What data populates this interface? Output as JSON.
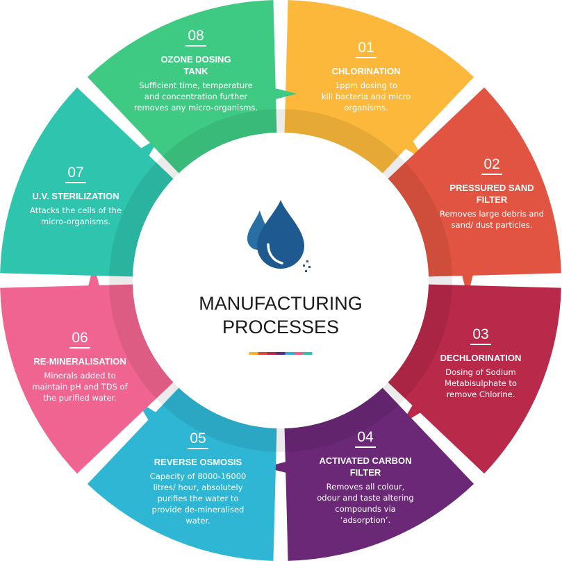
{
  "center": {
    "title_line1": "MANUFACTURING",
    "title_line2": "PROCESSES",
    "icon": "water-drops-icon",
    "accent_colors": [
      "#f5b52e",
      "#d94a3d",
      "#b52a4b",
      "#5e2a7a",
      "#2ab0d0",
      "#ef5f8e",
      "#2ec4a9"
    ]
  },
  "segments": [
    {
      "key": "chlorination",
      "number": "01",
      "title": [
        "CHLORINATION"
      ],
      "description": [
        "1ppm dosing to",
        "kill bacteria and micro",
        "organisms."
      ],
      "color": "#fbb83a"
    },
    {
      "key": "pressured-sand-filter",
      "number": "02",
      "title": [
        "PRESSURED SAND",
        "FILTER"
      ],
      "description": [
        "Removes large debris and",
        "sand/ dust particles."
      ],
      "color": "#e05441"
    },
    {
      "key": "dechlorination",
      "number": "03",
      "title": [
        "DECHLORINATION"
      ],
      "description": [
        "Dosing of Sodium",
        "Metabisulphate to",
        "remove Chlorine."
      ],
      "color": "#b9294a"
    },
    {
      "key": "activated-carbon-filter",
      "number": "04",
      "title": [
        "ACTIVATED CARBON",
        "FILTER"
      ],
      "description": [
        "Removes all colour,",
        "odour and taste altering",
        "compounds via",
        "‘adsorption’."
      ],
      "color": "#6a2877"
    },
    {
      "key": "reverse-osmosis",
      "number": "05",
      "title": [
        "REVERSE OSMOSIS"
      ],
      "description": [
        "Capacity of 8000-16000",
        "litres/ hour, absolutely",
        "purifies the water to",
        "provide de-mineralised",
        "water."
      ],
      "color": "#2fb6d4"
    },
    {
      "key": "re-mineralisation",
      "number": "06",
      "title": [
        "RE-MINERALISATION"
      ],
      "description": [
        "Minerals added to",
        "maintain pH and TDS of",
        "the purified water."
      ],
      "color": "#ef6490"
    },
    {
      "key": "uv-sterilization",
      "number": "07",
      "title": [
        "U.V. STERILIZATION"
      ],
      "description": [
        "Attacks the cells of the",
        "micro-organisms."
      ],
      "color": "#2ec4ad"
    },
    {
      "key": "ozone-dosing-tank",
      "number": "08",
      "title": [
        "OZONE DOSING",
        "TANK"
      ],
      "description": [
        "Sufficient time, temperature",
        "and concentration further",
        "removes any micro-organisms."
      ],
      "color": "#3fca84"
    }
  ]
}
